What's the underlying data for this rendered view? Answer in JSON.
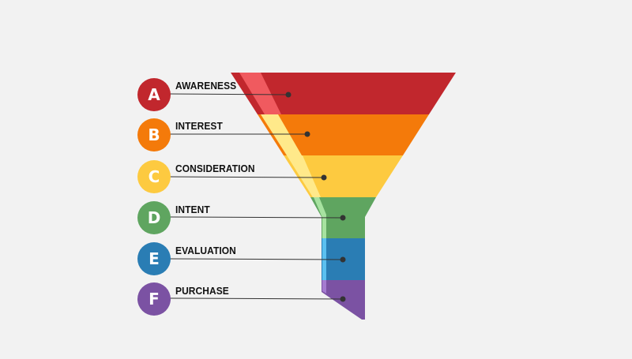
{
  "stages": [
    {
      "letter": "A",
      "label": "AWARENESS",
      "color": "#c1272d"
    },
    {
      "letter": "B",
      "label": "INTEREST",
      "color": "#f47a0a"
    },
    {
      "letter": "C",
      "label": "CONSIDERATION",
      "color": "#fdca40"
    },
    {
      "letter": "D",
      "label": "INTENT",
      "color": "#5fa560"
    },
    {
      "letter": "E",
      "label": "EVALUATION",
      "color": "#2a7db4"
    },
    {
      "letter": "F",
      "label": "PURCHASE",
      "color": "#7b52a3"
    }
  ],
  "colors": {
    "background": "#f2f2f2",
    "connector_line": "#333333",
    "highlight_top": "#f05a5f",
    "highlight_mid": "#ffe98a",
    "highlight_neck": "#a7e2a0",
    "highlight_blue": "#5bc0f0",
    "highlight_purple": "#a57bd0"
  }
}
